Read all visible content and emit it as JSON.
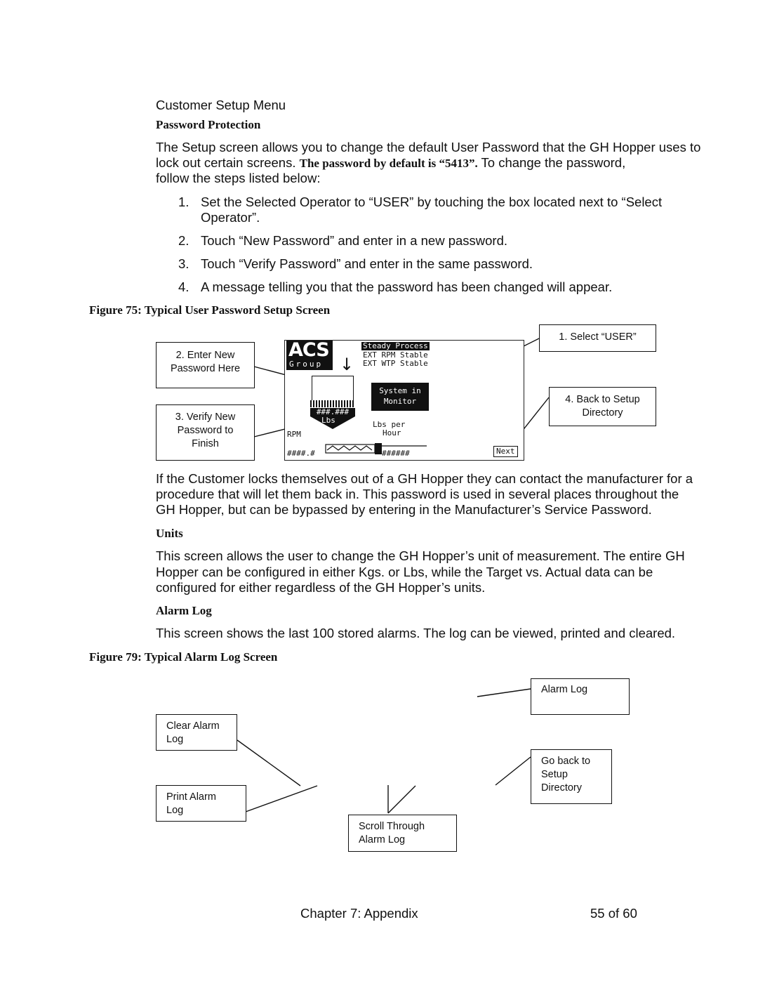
{
  "header": {
    "section_title": "Customer Setup Menu"
  },
  "password_section": {
    "heading": "Password Protection",
    "p1_l1": "The Setup screen allows you to change the default User Password that the GH Hopper uses to",
    "p1_l2a": "lock out certain screens.",
    "p1_l2b": "The password by default is “5413”.",
    "p1_l2c": "To change the password,",
    "p1_l3": "follow the steps listed below:",
    "steps": [
      {
        "num": "1.",
        "line1": "Set the Selected Operator to “USER” by touching the box located next to “Select",
        "line2": "Operator”."
      },
      {
        "num": "2.",
        "line1": "Touch “New Password” and enter in a new password."
      },
      {
        "num": "3.",
        "line1": "Touch “Verify Password” and enter in the same password."
      },
      {
        "num": "4.",
        "line1": "A message telling you that the password has been changed will appear."
      }
    ]
  },
  "figure75": {
    "caption": "Figure 75: Typical User Password Setup Screen",
    "callouts": {
      "enter_new_l1": "2.  Enter New",
      "enter_new_l2": "Password Here",
      "verify_l1": "3.  Verify New",
      "verify_l2": "Password to",
      "verify_l3": "Finish",
      "select_user": "1. Select “USER”",
      "back_l1": "4.  Back to Setup",
      "back_l2": "Directory"
    },
    "screen": {
      "logo": "ACS",
      "logo_sub": "Group",
      "status": "Steady Process",
      "line1": "EXT RPM Stable",
      "line2": "EXT WTP Stable",
      "badge_l1": "System in",
      "badge_l2": "Monitor",
      "hopper_val": "###.###",
      "hopper_unit": "Lbs",
      "rpm_label": "RPM",
      "rpm_val": "####.#",
      "rate_l1": "Lbs per",
      "rate_l2": "Hour",
      "rate_val": "######",
      "next": "Next"
    }
  },
  "after75": {
    "l1": "If the Customer locks themselves out of a GH Hopper they can contact the manufacturer for a",
    "l2": "procedure that will let them back in.  This password is used in several places throughout the",
    "l3": "GH Hopper, but can be bypassed by entering in the Manufacturer’s Service Password."
  },
  "units_section": {
    "heading": "Units",
    "l1": "This screen allows the user to change the GH Hopper’s unit of measurement.  The entire GH",
    "l2": "Hopper can be configured in either Kgs. or Lbs, while the Target vs. Actual data can be",
    "l3": "configured for either regardless of the GH Hopper’s units."
  },
  "alarm_section": {
    "heading": "Alarm Log",
    "l1": "This screen shows the last 100 stored alarms.  The log can be viewed, printed and cleared."
  },
  "figure79": {
    "caption": "Figure 79: Typical Alarm Log Screen",
    "callouts": {
      "alarm_log": "Alarm Log",
      "clear_l1": "Clear Alarm",
      "clear_l2": "Log",
      "print_l1": "Print Alarm",
      "print_l2": "Log",
      "back_l1": "Go back to",
      "back_l2": "Setup",
      "back_l3": "Directory",
      "scroll_l1": "Scroll Through",
      "scroll_l2": "Alarm Log"
    }
  },
  "footer": {
    "chapter": "Chapter 7: Appendix",
    "page": "55 of 60"
  }
}
